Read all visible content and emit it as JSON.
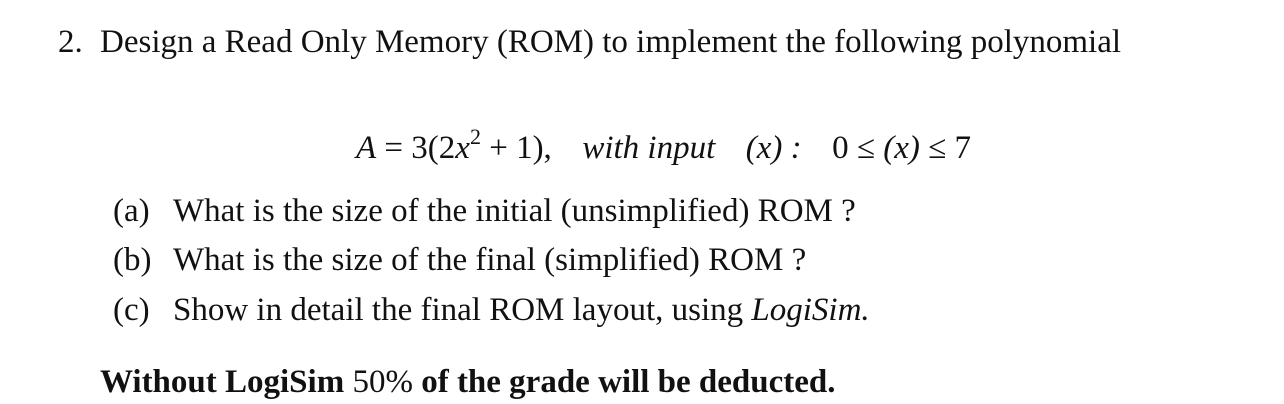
{
  "question": {
    "number": "2.",
    "text": "Design a Read Only Memory (ROM) to implement the following polynomial"
  },
  "equation": {
    "lhs": "A",
    "eq": "=",
    "rhs_prefix": "3(2",
    "var_x": "x",
    "exponent": "2",
    "rhs_suffix": "+ 1),",
    "with_label": "with input",
    "input_expr": "(x) :",
    "range_low": "0 ≤",
    "range_var": "(x)",
    "range_high": "≤ 7"
  },
  "parts": [
    {
      "label": "(a)",
      "text": "What is the size of the initial (unsimplified) ROM ?"
    },
    {
      "label": "(b)",
      "text": "What is the size of the final (simplified) ROM ?"
    },
    {
      "label": "(c)",
      "text": "Show in detail the final ROM layout, using",
      "emphasis": "LogiSim."
    }
  ],
  "note": {
    "before": "Without LogiSim",
    "percent": "50%",
    "after": "of the grade will be deducted."
  }
}
